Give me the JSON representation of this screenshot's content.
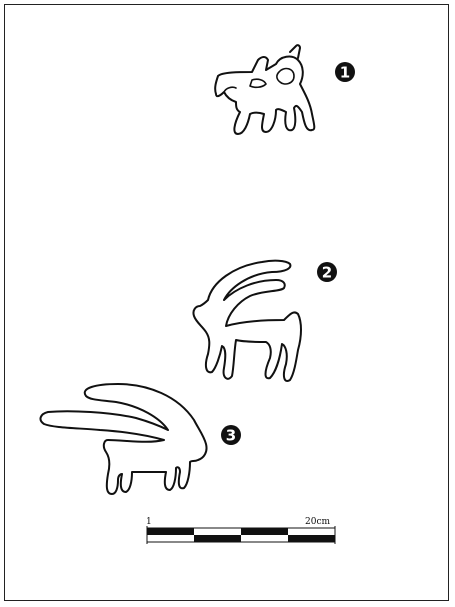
{
  "figures": [
    {
      "number": "1"
    },
    {
      "number": "2"
    },
    {
      "number": "3"
    }
  ],
  "scale_bar": {
    "start_label": "1",
    "end_label": "20cm"
  }
}
